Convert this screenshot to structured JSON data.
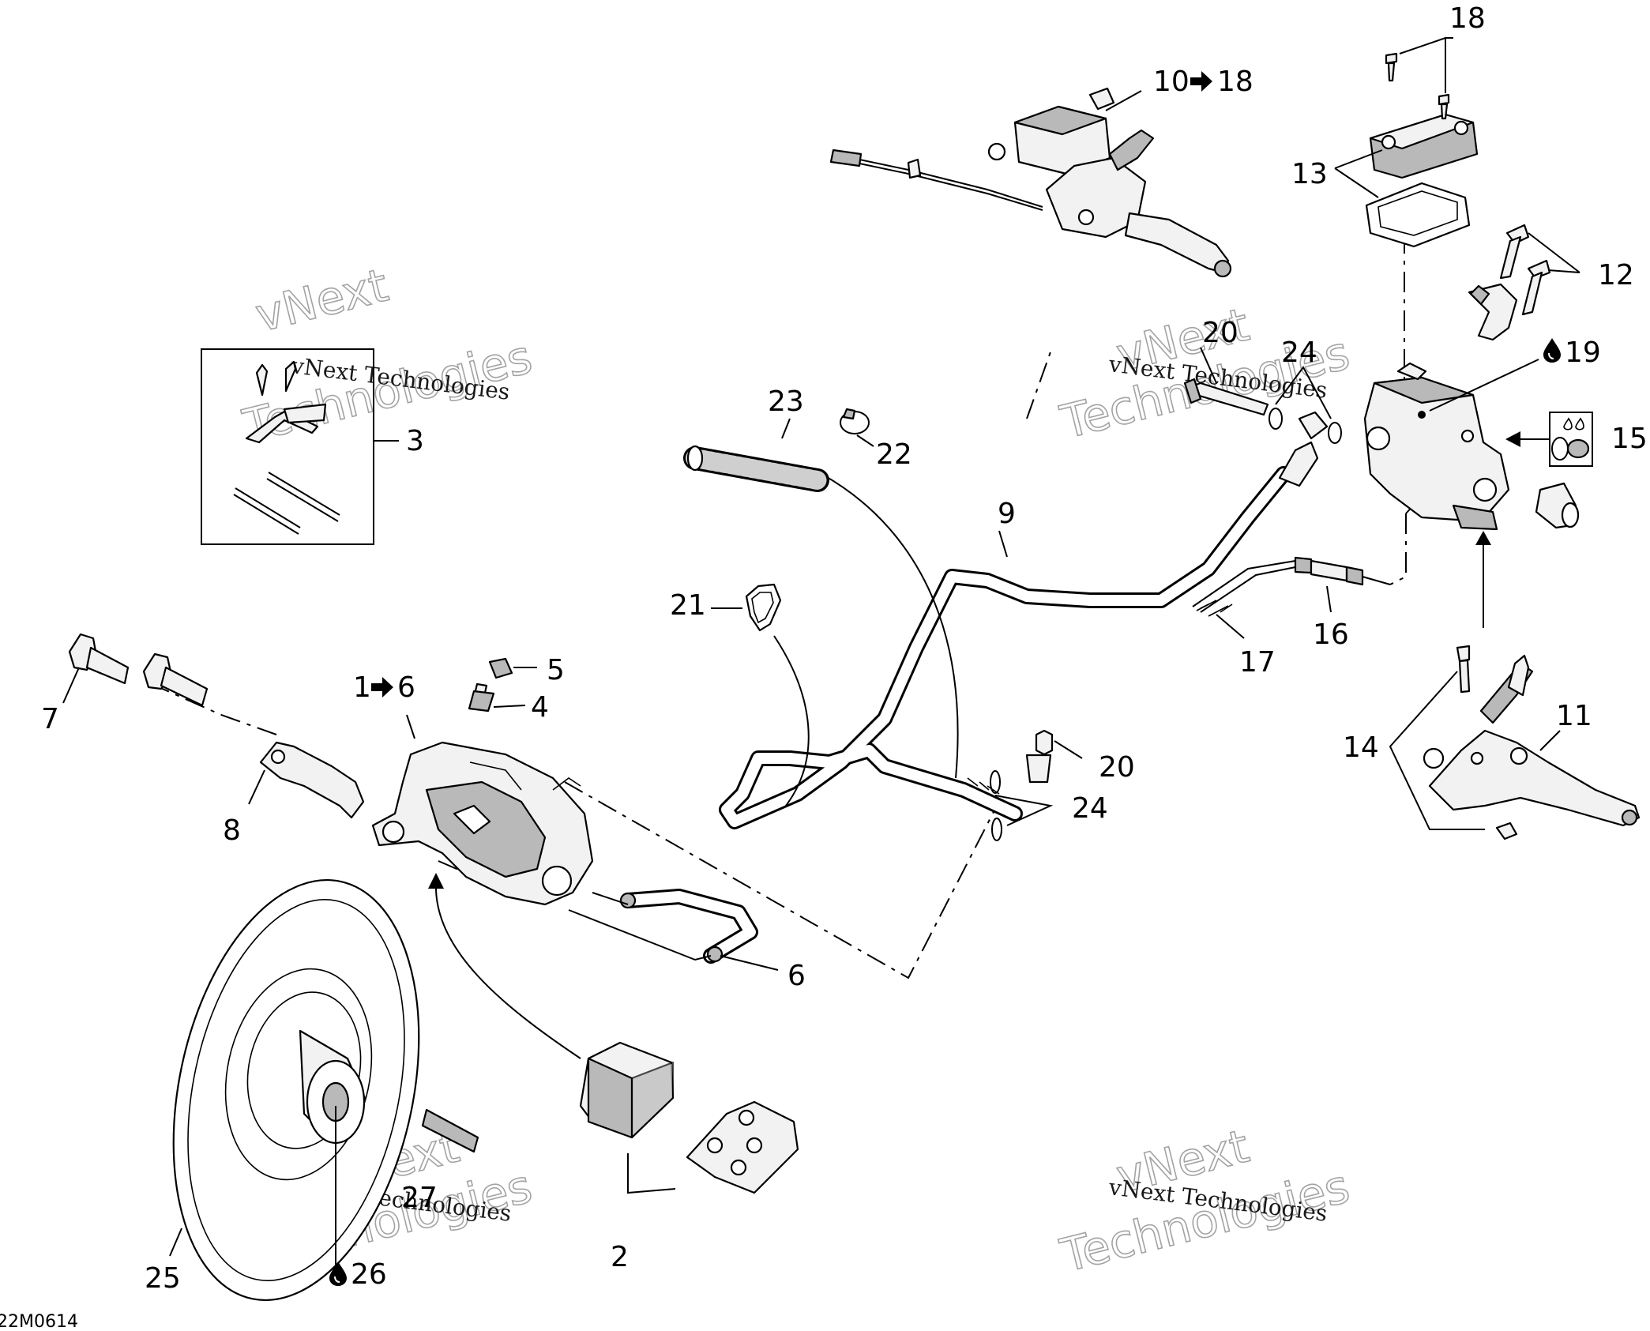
{
  "watermark": {
    "line1": "vNext",
    "line2": "Technologies",
    "full": "vNext Technologies"
  },
  "drawing_code": "22M0614",
  "callouts": {
    "c1": "1",
    "c1_range": "1",
    "c1_range_end": "6",
    "c2": "2",
    "c3": "3",
    "c4": "4",
    "c5": "5",
    "c6": "6",
    "c7": "7",
    "c8": "8",
    "c9": "9",
    "c10_range": "10",
    "c10_range_end": "18",
    "c11": "11",
    "c12": "12",
    "c13": "13",
    "c14": "14",
    "c15": "15",
    "c16": "16",
    "c17": "17",
    "c18": "18",
    "c19": "19",
    "c20_top": "20",
    "c20_bottom": "20",
    "c21": "21",
    "c22": "22",
    "c23": "23",
    "c24_top": "24",
    "c24_bottom": "24",
    "c25": "25",
    "c26": "26",
    "c27": "27"
  },
  "icons": {
    "arrow": "right-arrow-icon",
    "drop": "fluid-drop-icon",
    "service": "service-symbol-icon"
  }
}
